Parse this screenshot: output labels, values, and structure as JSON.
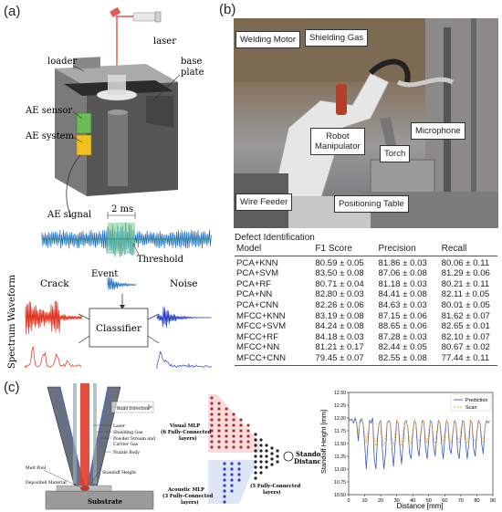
{
  "panels": {
    "a": "(a)",
    "b": "(b)",
    "c": "(c)"
  },
  "panel_a": {
    "laser": "laser",
    "loader": "loader",
    "base_plate_1": "base",
    "base_plate_2": "plate",
    "ae_sensor": "AE sensor",
    "ae_system": "AE system",
    "ae_signal": "AE signal",
    "time_scale": "2 ms",
    "threshold": "Threshold",
    "event": "Event",
    "crack": "Crack",
    "noise": "Noise",
    "classifier": "Classifier",
    "waveform": "Waveform",
    "spectrum": "Spectrum"
  },
  "panel_b": {
    "photo_labels": {
      "welding_motor": "Welding Motor",
      "shielding_gas": "Shielding Gas",
      "robot_1": "Robot",
      "robot_2": "Manipulator",
      "torch": "Torch",
      "microphone": "Microphone",
      "wire_feeder": "Wire Feeder",
      "positioning_table": "Positioning Table"
    },
    "table": {
      "caption": "Defect Identification",
      "headers": [
        "Model",
        "F1 Score",
        "Precision",
        "Recall"
      ],
      "rows": [
        [
          "PCA+KNN",
          "80.59 ± 0.05",
          "81.86 ± 0.03",
          "80.06 ± 0.11"
        ],
        [
          "PCA+SVM",
          "83.50 ± 0.08",
          "87.06 ± 0.08",
          "81.29 ± 0.06"
        ],
        [
          "PCA+RF",
          "80.71 ± 0.04",
          "81.18 ± 0.03",
          "80.21 ± 0.11"
        ],
        [
          "PCA+NN",
          "82.80 ± 0.03",
          "84.41 ± 0.08",
          "82.11 ± 0.05"
        ],
        [
          "PCA+CNN",
          "82.26 ± 0.06",
          "84.63 ± 0.03",
          "80.01 ± 0.05"
        ],
        [
          "MFCC+KNN",
          "83.19 ± 0.08",
          "87.15 ± 0.06",
          "81.62 ± 0.07"
        ],
        [
          "MFCC+SVM",
          "84.24 ± 0.08",
          "88.65 ± 0.06",
          "82.65 ± 0.01"
        ],
        [
          "MFCC+RF",
          "84.18 ± 0.03",
          "87.28 ± 0.03",
          "82.10 ± 0.07"
        ],
        [
          "MFCC+NN",
          "81.21 ± 0.17",
          "82.44 ± 0.05",
          "80.67 ± 0.02"
        ],
        [
          "MFCC+CNN",
          "79.45 ± 0.07",
          "82.55 ± 0.08",
          "77.44 ± 0.11"
        ]
      ]
    }
  },
  "panel_c": {
    "nozzle_labels": {
      "build_direction": "Build Direction",
      "laser": "Laser",
      "shielding_gas": "Shielding Gas",
      "powder_1": "Powder Stream and",
      "powder_2": "Carrier Gas",
      "nozzle_body": "Nozzle Body",
      "melt_pool": "Melt Pool",
      "deposited_material": "Deposited Material",
      "standoff_height": "Standoff Height",
      "substrate": "Substrate"
    },
    "network_labels": {
      "visual_1": "Visual MLP",
      "visual_2": "(6 Fully-Connected",
      "visual_3": "layers)",
      "fc_1": "(5 Fully-Connected",
      "fc_2": "layers)",
      "acoustic_1": "Acoustic MLP",
      "acoustic_2": "(3 Fully-Connected",
      "acoustic_3": "layers)",
      "output_1": "Standoff",
      "output_2": "Distance"
    }
  },
  "colors": {
    "signal_blue": "#1f6fc1",
    "crack_red": "#e0301e",
    "noise_blue": "#2a3fc9",
    "box_green": "#6dbb57",
    "box_yellow": "#f0c020",
    "threshold_green": "#1e9a3c",
    "prediction": "#3b5bb5",
    "scan": "#f5a623"
  },
  "chart_data": {
    "type": "line",
    "xlabel": "Distance [mm]",
    "ylabel": "Standoff Height [mm]",
    "xlim": [
      0,
      90
    ],
    "ylim": [
      10.5,
      12.5
    ],
    "xticks": [
      0,
      10,
      20,
      30,
      40,
      50,
      60,
      70,
      80,
      90
    ],
    "yticks": [
      10.5,
      10.75,
      11.0,
      11.25,
      11.5,
      11.75,
      12.0,
      12.25,
      12.5
    ],
    "legend_position": "top-right",
    "grid": false,
    "series": [
      {
        "name": "Prediction",
        "x": [
          0,
          1,
          2,
          3,
          4,
          5,
          6,
          7,
          8,
          9,
          10,
          11,
          12,
          13,
          14,
          15,
          16,
          17,
          18,
          19,
          20,
          21,
          22,
          23,
          24,
          25,
          26,
          27,
          28,
          29,
          30,
          31,
          32,
          33,
          34,
          35,
          36,
          37,
          38,
          39,
          40,
          41,
          42,
          43,
          44,
          45,
          46,
          47,
          48,
          49,
          50,
          51,
          52,
          53,
          54,
          55,
          56,
          57,
          58,
          59,
          60,
          61,
          62,
          63,
          64,
          65,
          66,
          67,
          68,
          69,
          70,
          71,
          72,
          73,
          74,
          75,
          76,
          77,
          78,
          79,
          80,
          81,
          82,
          83,
          84,
          85,
          86,
          87,
          88
        ],
        "y": [
          12.0,
          11.95,
          11.98,
          11.9,
          12.0,
          11.9,
          11.55,
          11.95,
          11.98,
          11.9,
          11.5,
          11.0,
          11.5,
          11.95,
          11.9,
          12.0,
          11.2,
          11.0,
          11.6,
          11.9,
          11.95,
          11.4,
          11.0,
          11.3,
          11.9,
          11.95,
          11.9,
          11.4,
          11.05,
          11.5,
          11.95,
          11.9,
          11.4,
          11.1,
          11.5,
          11.92,
          11.95,
          11.8,
          11.3,
          11.2,
          11.7,
          11.95,
          11.9,
          11.4,
          11.25,
          11.7,
          11.95,
          11.92,
          11.4,
          11.2,
          11.6,
          11.95,
          11.9,
          11.45,
          11.25,
          11.65,
          11.95,
          11.9,
          11.5,
          11.2,
          11.6,
          11.95,
          11.9,
          11.4,
          11.3,
          11.7,
          11.95,
          11.9,
          11.35,
          11.2,
          11.6,
          11.95,
          11.92,
          11.5,
          11.2,
          11.5,
          11.95,
          11.9,
          11.4,
          11.25,
          11.7,
          11.95,
          11.9,
          11.5,
          11.3,
          11.8,
          11.95,
          11.9,
          11.95
        ]
      },
      {
        "name": "Scan",
        "x": [
          0,
          1,
          2,
          3,
          4,
          5,
          6,
          7,
          8,
          9,
          10,
          11,
          12,
          13,
          14,
          15,
          16,
          17,
          18,
          19,
          20,
          21,
          22,
          23,
          24,
          25,
          26,
          27,
          28,
          29,
          30,
          31,
          32,
          33,
          34,
          35,
          36,
          37,
          38,
          39,
          40,
          41,
          42,
          43,
          44,
          45,
          46,
          47,
          48,
          49,
          50,
          51,
          52,
          53,
          54,
          55,
          56,
          57,
          58,
          59,
          60,
          61,
          62,
          63,
          64,
          65,
          66,
          67,
          68,
          69,
          70,
          71,
          72,
          73,
          74,
          75,
          76,
          77,
          78,
          79,
          80,
          81,
          82,
          83,
          84,
          85,
          86,
          87,
          88
        ],
        "y": [
          11.95,
          11.95,
          11.95,
          11.93,
          11.95,
          11.93,
          11.7,
          11.9,
          11.95,
          11.9,
          11.7,
          11.5,
          11.7,
          11.9,
          11.95,
          11.9,
          11.6,
          11.45,
          11.7,
          11.9,
          11.95,
          11.65,
          11.45,
          11.6,
          11.9,
          11.95,
          11.9,
          11.6,
          11.45,
          11.7,
          11.95,
          11.9,
          11.6,
          11.45,
          11.7,
          11.92,
          11.95,
          11.8,
          11.55,
          11.5,
          11.75,
          11.95,
          11.9,
          11.6,
          11.5,
          11.75,
          11.95,
          11.92,
          11.6,
          11.5,
          11.75,
          11.95,
          11.9,
          11.6,
          11.5,
          11.75,
          11.95,
          11.9,
          11.65,
          11.5,
          11.75,
          11.95,
          11.9,
          11.6,
          11.5,
          11.75,
          11.95,
          11.9,
          11.6,
          11.5,
          11.75,
          11.95,
          11.92,
          11.65,
          11.5,
          11.7,
          11.95,
          11.9,
          11.6,
          11.5,
          11.75,
          11.95,
          11.9,
          11.65,
          11.5,
          11.8,
          11.95,
          11.9,
          11.95
        ]
      }
    ]
  }
}
